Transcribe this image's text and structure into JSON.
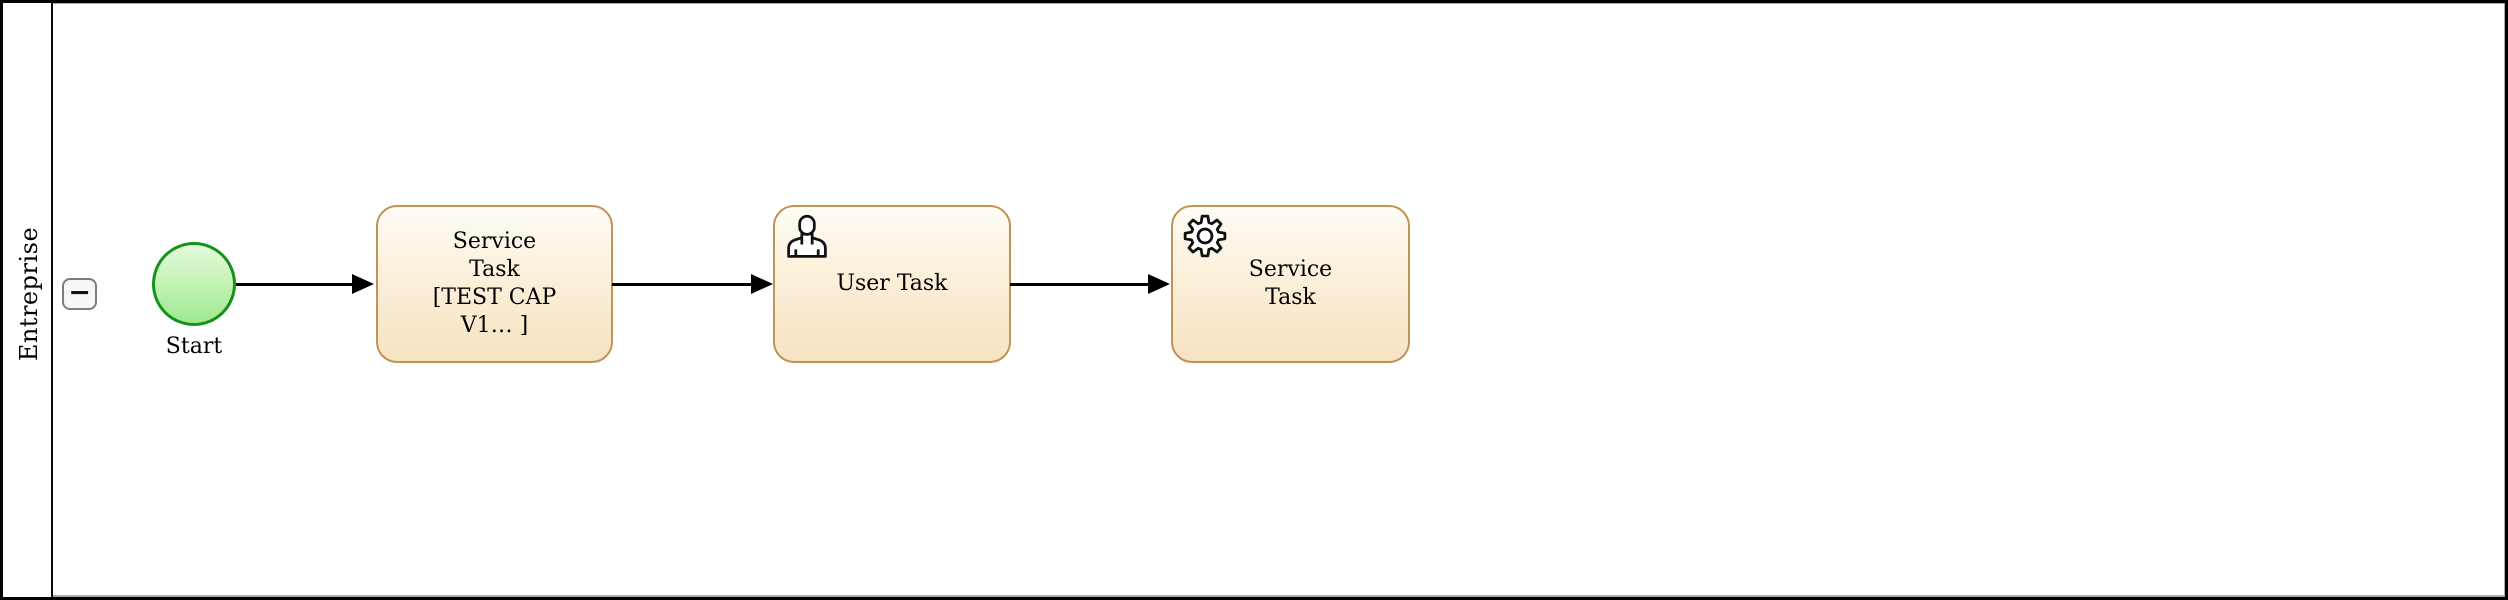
{
  "pool": {
    "lane_label": "Entreprise",
    "collapse_glyph": "−"
  },
  "nodes": {
    "start_event": {
      "label": "Start"
    },
    "service_task_1": {
      "lines": [
        "Service",
        "Task",
        "[TEST CAP",
        "V1… ]"
      ]
    },
    "user_task": {
      "label": "User Task"
    },
    "service_task_2": {
      "lines": [
        "Service",
        "Task"
      ]
    }
  },
  "icons": {
    "collapse": "minus-icon",
    "user_task": "user-icon",
    "service_task": "gear-icon"
  },
  "colors": {
    "canvas_bg": "#ffffff",
    "pool_border": "#000000",
    "lane_inner_border": "#ababab",
    "task_fill_top": "#fefcf5",
    "task_fill_bottom": "#f7e3c2",
    "task_border": "#bf9459",
    "event_fill_top": "#e2f9da",
    "event_fill_bottom": "#9fe791",
    "event_border": "#149317",
    "flow": "#000000",
    "button_bg": "#f7f7f7",
    "button_border": "#7d7d7d",
    "text": "#000000"
  }
}
